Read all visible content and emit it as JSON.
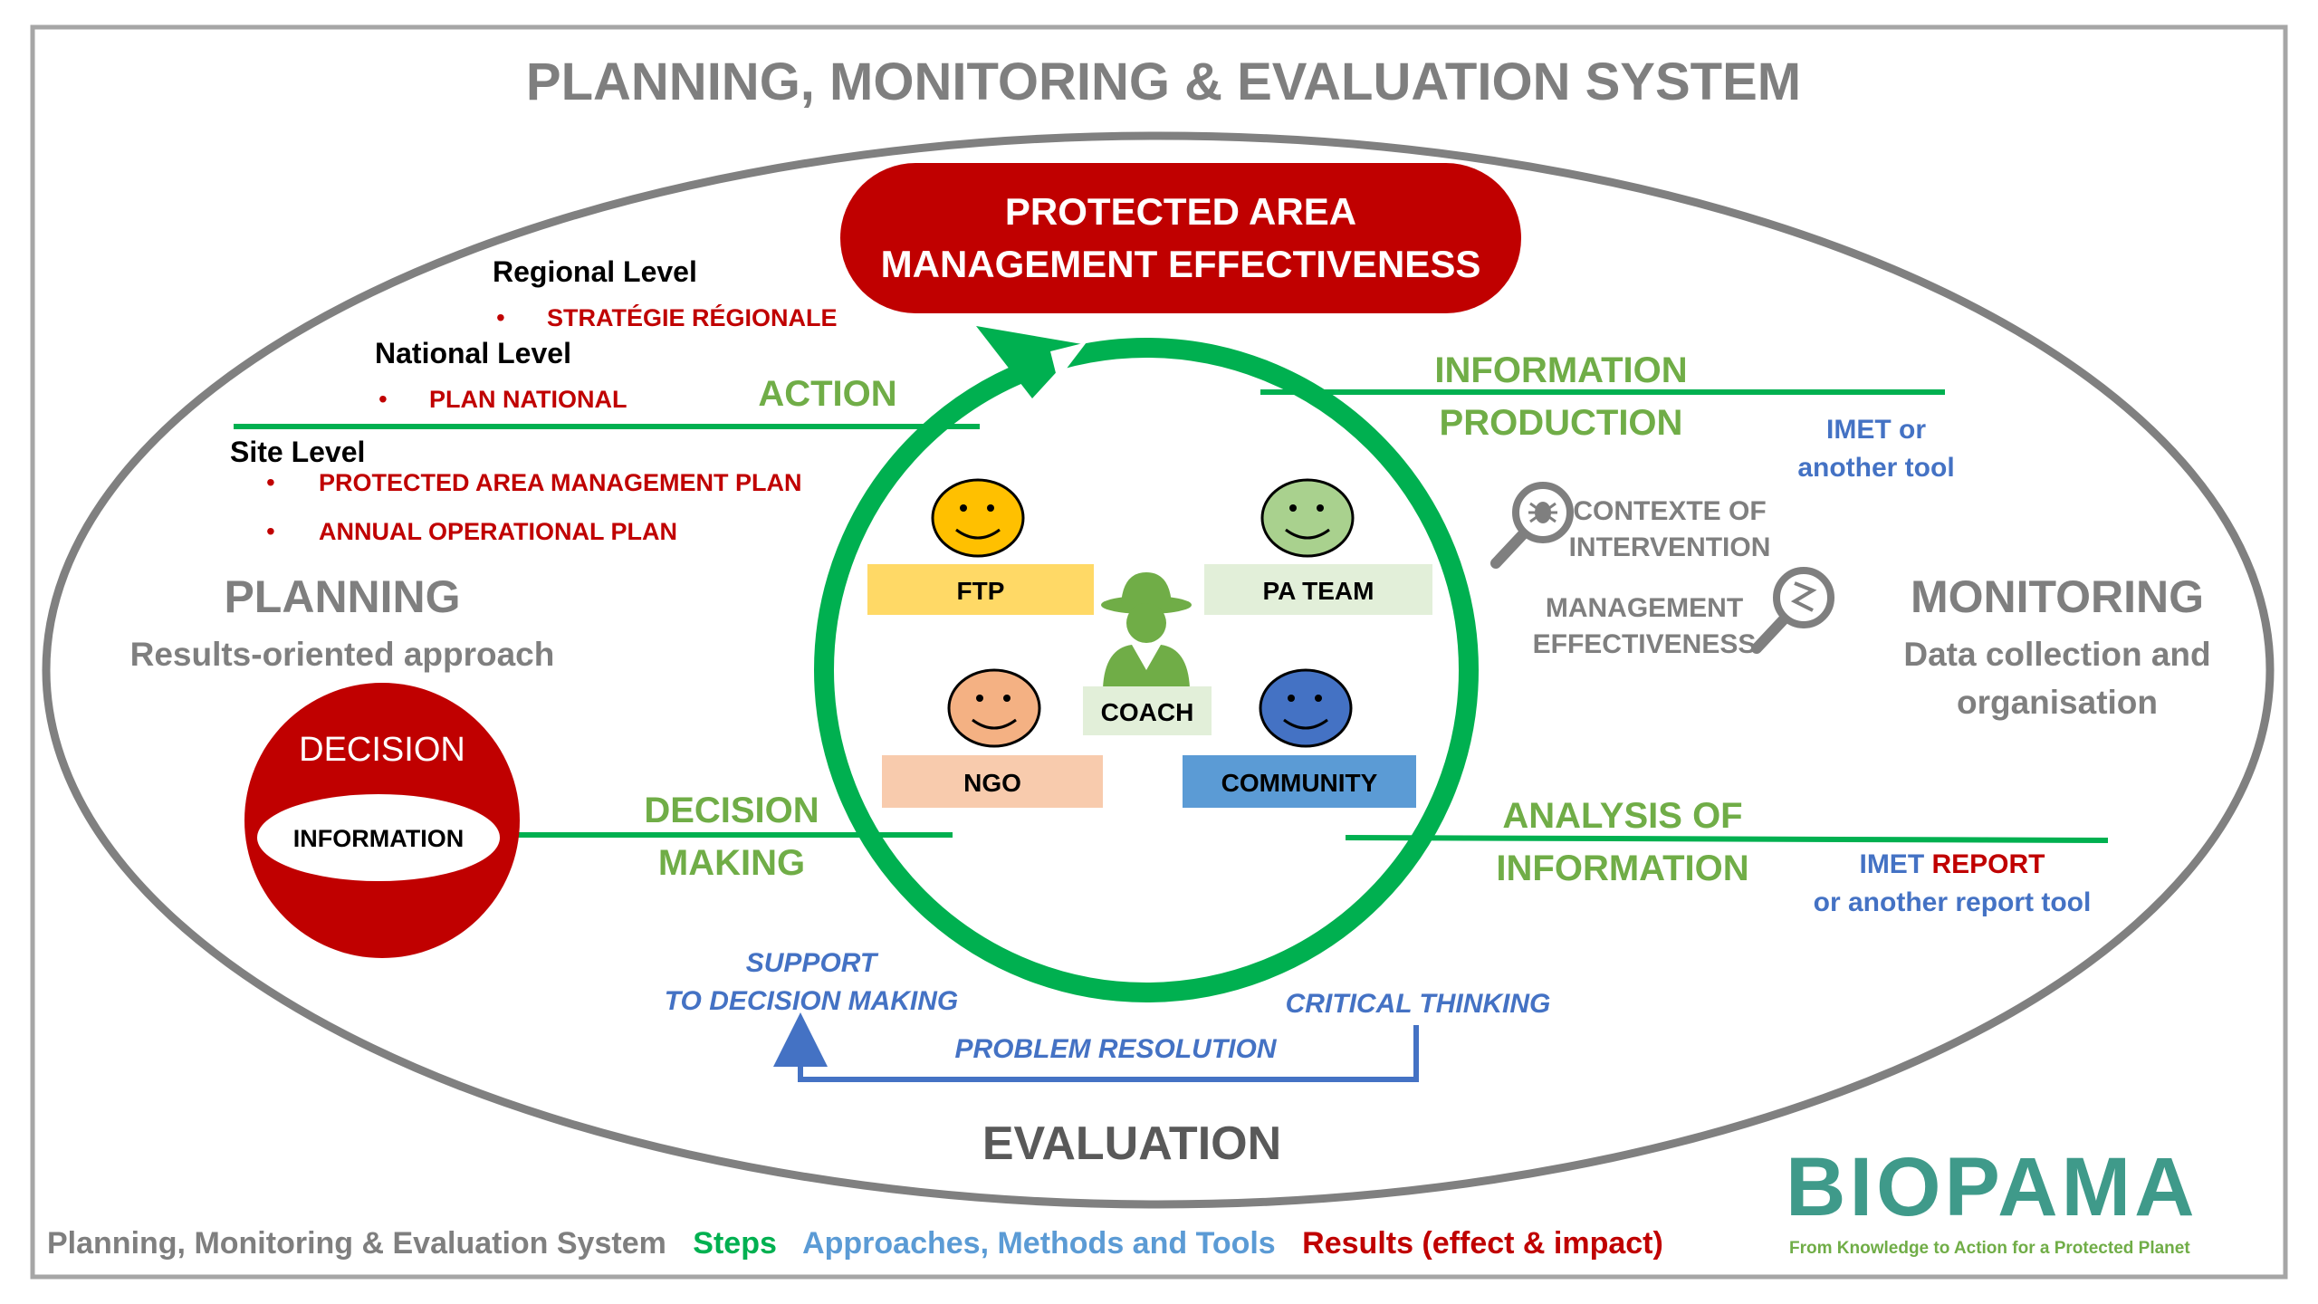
{
  "title": "PLANNING, MONITORING & EVALUATION SYSTEM",
  "goal": {
    "line1": "PROTECTED AREA",
    "line2": "MANAGEMENT EFFECTIVENESS"
  },
  "levels": {
    "regional": {
      "label": "Regional Level",
      "item": "STRATÉGIE RÉGIONALE"
    },
    "national": {
      "label": "National Level",
      "item": "PLAN NATIONAL"
    },
    "site": {
      "label": "Site Level",
      "items": [
        "PROTECTED AREA MANAGEMENT PLAN",
        "ANNUAL OPERATIONAL PLAN"
      ]
    }
  },
  "steps": {
    "action": "ACTION",
    "information_production": {
      "line1": "INFORMATION",
      "line2": "PRODUCTION"
    },
    "decision_making": {
      "line1": "DECISION",
      "line2": "MAKING"
    },
    "analysis": {
      "line1": "ANALYSIS OF",
      "line2": "INFORMATION"
    }
  },
  "planning": {
    "title": "PLANNING",
    "subtitle": "Results-oriented approach"
  },
  "monitoring": {
    "title": "MONITORING",
    "subtitle_line1": "Data collection and",
    "subtitle_line2": "organisation"
  },
  "evaluation": {
    "title": "EVALUATION"
  },
  "decision_circle": {
    "outer": "DECISION",
    "inner": "INFORMATION"
  },
  "actors": {
    "ftp": "FTP",
    "pa_team": "PA TEAM",
    "ngo": "NGO",
    "community": "COMMUNITY",
    "coach": "COACH"
  },
  "tools": {
    "imet_line1": "IMET or",
    "imet_line2": "another tool",
    "report_imet": "IMET ",
    "report_word": "REPORT",
    "report_line2": "or another report tool"
  },
  "monitoring_items": {
    "context_line1": "CONTEXTE OF",
    "context_line2": "INTERVENTION",
    "effectiveness_line1": "MANAGEMENT",
    "effectiveness_line2": "EFFECTIVENESS"
  },
  "approaches": {
    "support_line1": "SUPPORT",
    "support_line2": "TO DECISION MAKING",
    "critical": "CRITICAL THINKING",
    "problem": "PROBLEM RESOLUTION"
  },
  "legend": {
    "system": "Planning, Monitoring & Evaluation System",
    "steps": "Steps",
    "approaches": "Approaches, Methods and Tools",
    "results": "Results (effect & impact)"
  },
  "logo": {
    "name": "BIOPAMA",
    "tagline": "From Knowledge to Action for a Protected Planet"
  },
  "colors": {
    "gray": "#7f7f7f",
    "dark_gray": "#595959",
    "red": "#c00000",
    "green": "#00b050",
    "step_green": "#70ad47",
    "blue": "#4472c4"
  }
}
